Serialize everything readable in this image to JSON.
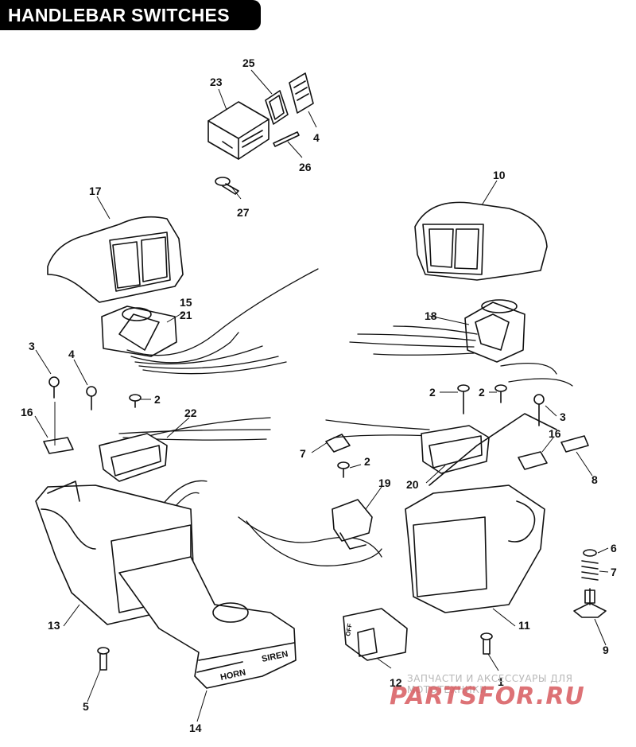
{
  "title": "HANDLEBAR SWITCHES",
  "callouts": [
    {
      "id": "c25",
      "text": "25"
    },
    {
      "id": "c23",
      "text": "23"
    },
    {
      "id": "c4top",
      "text": "4"
    },
    {
      "id": "c26",
      "text": "26"
    },
    {
      "id": "c27",
      "text": "27"
    },
    {
      "id": "c17",
      "text": "17"
    },
    {
      "id": "c10",
      "text": "10"
    },
    {
      "id": "c15",
      "text": "15"
    },
    {
      "id": "c21",
      "text": "21"
    },
    {
      "id": "c18",
      "text": "18"
    },
    {
      "id": "c3l",
      "text": "3"
    },
    {
      "id": "c4l",
      "text": "4"
    },
    {
      "id": "c2l",
      "text": "2"
    },
    {
      "id": "c16l",
      "text": "16"
    },
    {
      "id": "c22",
      "text": "22"
    },
    {
      "id": "c2r1",
      "text": "2"
    },
    {
      "id": "c2r2",
      "text": "2"
    },
    {
      "id": "c3r",
      "text": "3"
    },
    {
      "id": "c16r",
      "text": "16"
    },
    {
      "id": "c7l",
      "text": "7"
    },
    {
      "id": "c2m",
      "text": "2"
    },
    {
      "id": "c20",
      "text": "20"
    },
    {
      "id": "c8",
      "text": "8"
    },
    {
      "id": "c19",
      "text": "19"
    },
    {
      "id": "c6",
      "text": "6"
    },
    {
      "id": "c7r",
      "text": "7"
    },
    {
      "id": "c13",
      "text": "13"
    },
    {
      "id": "c11",
      "text": "11"
    },
    {
      "id": "c9",
      "text": "9"
    },
    {
      "id": "c12",
      "text": "12"
    },
    {
      "id": "c1",
      "text": "1"
    },
    {
      "id": "c5",
      "text": "5"
    },
    {
      "id": "c14",
      "text": "14"
    }
  ],
  "part_labels": {
    "horn": "HORN",
    "siren": "SIREN",
    "off": "OFF"
  },
  "watermark": {
    "subtitle": "ЗАПЧАСТИ И АКСЕССУАРЫ ДЛЯ МОТОТЕХНИКИ",
    "logo": "PARTSFOR.RU"
  }
}
